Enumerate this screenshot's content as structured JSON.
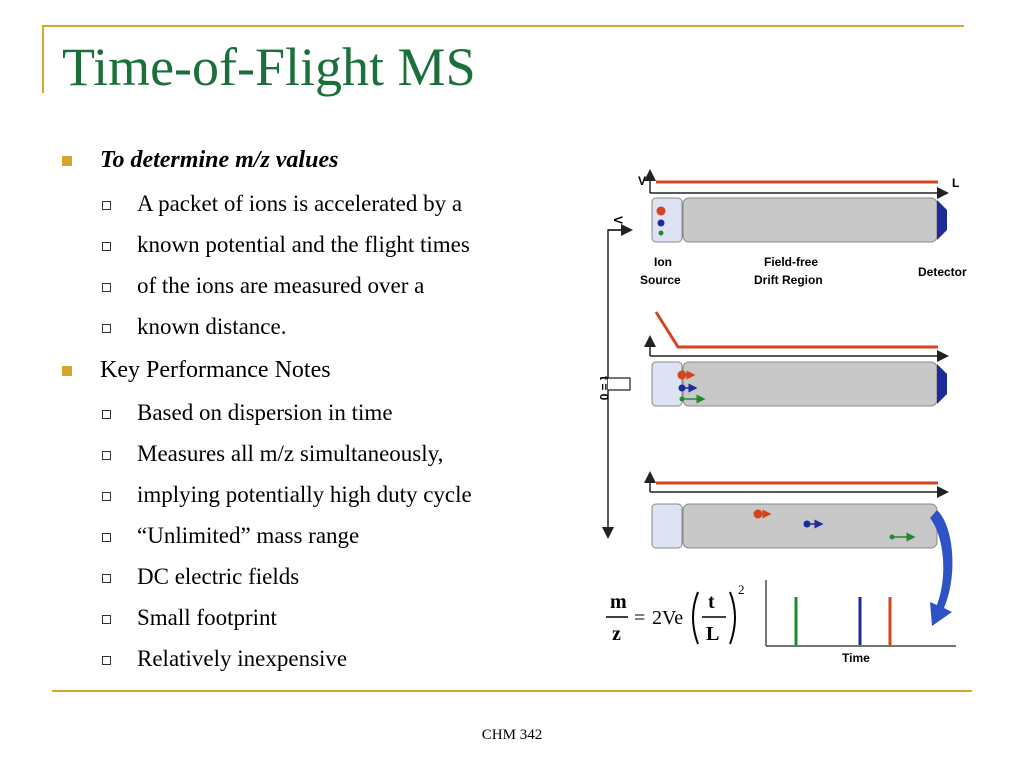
{
  "slide": {
    "title": "Time-of-Flight MS",
    "footer": "CHM 342"
  },
  "bullets": [
    {
      "text": "To determine m/z values",
      "sub": [
        "A packet of ions is accelerated by a",
        "known potential and the flight times",
        "of the ions are measured over a",
        "known distance."
      ]
    },
    {
      "text": "Key Performance Notes",
      "sub": [
        "Based on dispersion in time",
        "Measures all m/z simultaneously,",
        "implying potentially high duty cycle",
        "“Unlimited” mass range",
        "DC electric fields",
        "Small footprint",
        "Relatively inexpensive"
      ]
    }
  ],
  "figure": {
    "labels": {
      "v": "V",
      "l": "L",
      "voltage": "V",
      "t0": "t = 0",
      "ion": "Ion",
      "source": "Source",
      "field_free": "Field-free",
      "drift_region": "Drift Region",
      "detector": "Detector",
      "time": "Time"
    },
    "equation": {
      "m": "m",
      "z": "z",
      "equals": "=",
      "coef": "2Ve",
      "t": "t",
      "L": "L",
      "exp": "2"
    },
    "colors": {
      "red": "#d2451e",
      "blue": "#1c2a9a",
      "green": "#1e8a2e",
      "tube": "#c8c8c8",
      "source": "#dde3f2",
      "detector": "#1c2a9a",
      "arrow": "#2f53c7",
      "gold_rule": "#d6a62c",
      "title": "#1b6f3a"
    }
  }
}
